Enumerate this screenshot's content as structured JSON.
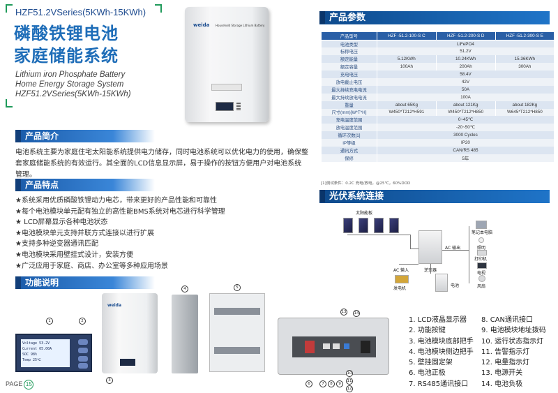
{
  "header": {
    "series": "HZF51.2VSeries(5KWh-15KWh)",
    "title_cn_line1": "磷酸铁锂电池",
    "title_cn_line2": "家庭储能系统",
    "title_en_line1": "Lithium iron Phosphate Battery",
    "title_en_line2": "Home Energy Storage System",
    "title_en_line3": "HZF51.2VSeries(5KWh-15KWh)"
  },
  "hero_battery": {
    "logo": "weida",
    "model_text": "Household Storage Lithium Battery"
  },
  "intro": {
    "heading": "产品简介",
    "text": "电池系统主要为家庭住宅太阳能系统提供电力储存，同时电池系统可以优化电力的使用，确保整套家庭储能系统的有效运行。其全面的LCD信息显示屏，易于操作的按钮方便用户对电池系统管理。"
  },
  "features": {
    "heading": "产品特点",
    "items": [
      "★系统采用优质磷酸铁锂动力电芯，带来更好的产品性能和可靠性",
      "★每个电池模块单元配有独立的高性能BMS系统对电芯进行科学管理",
      "★ LCD屏幕显示各种电池状态",
      "★电池模块单元支持并联方式连接以进行扩展",
      "★支持多种逆变器通讯匹配",
      "★电池模块采用壁挂式设计，安装方便",
      "★广泛应用于家庭、商店、办公室等多种应用场景"
    ]
  },
  "specs": {
    "heading": "产品参数",
    "columns": [
      "产品型号",
      "HZF -51.2-100-S C",
      "HZF -51.2-200-S D",
      "HZF -51.2-300-S E"
    ],
    "rows": [
      [
        "电池类型",
        "",
        "LiFePO4",
        ""
      ],
      [
        "标称电压",
        "",
        "51.2V",
        ""
      ],
      [
        "额定能量",
        "5.12KWh",
        "10.24KWh",
        "15.36KWh"
      ],
      [
        "额定容量",
        "100Ah",
        "200Ah",
        "300Ah"
      ],
      [
        "充电电压",
        "",
        "58.4V",
        ""
      ],
      [
        "放电截止电压",
        "",
        "42V",
        ""
      ],
      [
        "最大持续充电电流",
        "",
        "50A",
        ""
      ],
      [
        "最大持续放电电流",
        "",
        "100A",
        ""
      ],
      [
        "重量",
        "about 65Kg",
        "about 121Kg",
        "about 182Kg"
      ],
      [
        "尺寸(mm)[W*T*H]",
        "W450*T212*H591",
        "W450*T212*H850",
        "W645*T212*H850"
      ],
      [
        "充电温度范围",
        "",
        "0~45℃",
        ""
      ],
      [
        "放电温度范围",
        "",
        "-20~50℃",
        ""
      ],
      [
        "循环次数[1]",
        "",
        "3000 Cycles",
        ""
      ],
      [
        "IP等级",
        "",
        "IP20",
        ""
      ],
      [
        "通讯方式",
        "",
        "CAN/RS 485",
        ""
      ],
      [
        "保修",
        "",
        "5年",
        ""
      ]
    ],
    "footnote": "[1]测试条件：0.2C 充电/放电，@25℃，60%DOD"
  },
  "pv": {
    "heading": "光伏系统连接",
    "labels": {
      "solar": "太阳能板",
      "ac_out": "AC 输出",
      "ac_in": "AC 输入",
      "generator": "发电机",
      "inverter": "逆变器",
      "battery": "电池",
      "laptop": "笔记本电脑",
      "light": "照明",
      "printer": "打印机",
      "tv": "电视",
      "fan": "风扇"
    }
  },
  "functions": {
    "heading": "功能说明",
    "lcd_lines": [
      "Voltage 53.2V",
      "Current 05.00A",
      "SOC 98%",
      "Temp 25℃"
    ],
    "callouts": [
      "1",
      "2",
      "3",
      "4",
      "5",
      "6",
      "7",
      "8",
      "9",
      "10",
      "11",
      "12",
      "13",
      "14"
    ],
    "legend_left": [
      "1. LCD液晶显示器",
      "2. 功能按键",
      "3. 电池模块底部把手",
      "4. 电池模块侧边把手",
      "5. 壁挂固定架",
      "6. 电池正极",
      "7. RS485通讯接口"
    ],
    "legend_right": [
      "8. CAN通讯接口",
      "9. 电池模块地址拨码",
      "10. 运行状态指示灯",
      "11. 告警指示灯",
      "12. 电量指示灯",
      "13. 电源开关",
      "14. 电池负极"
    ]
  },
  "footer": {
    "page_label": "PAGE",
    "page_number": "15"
  }
}
